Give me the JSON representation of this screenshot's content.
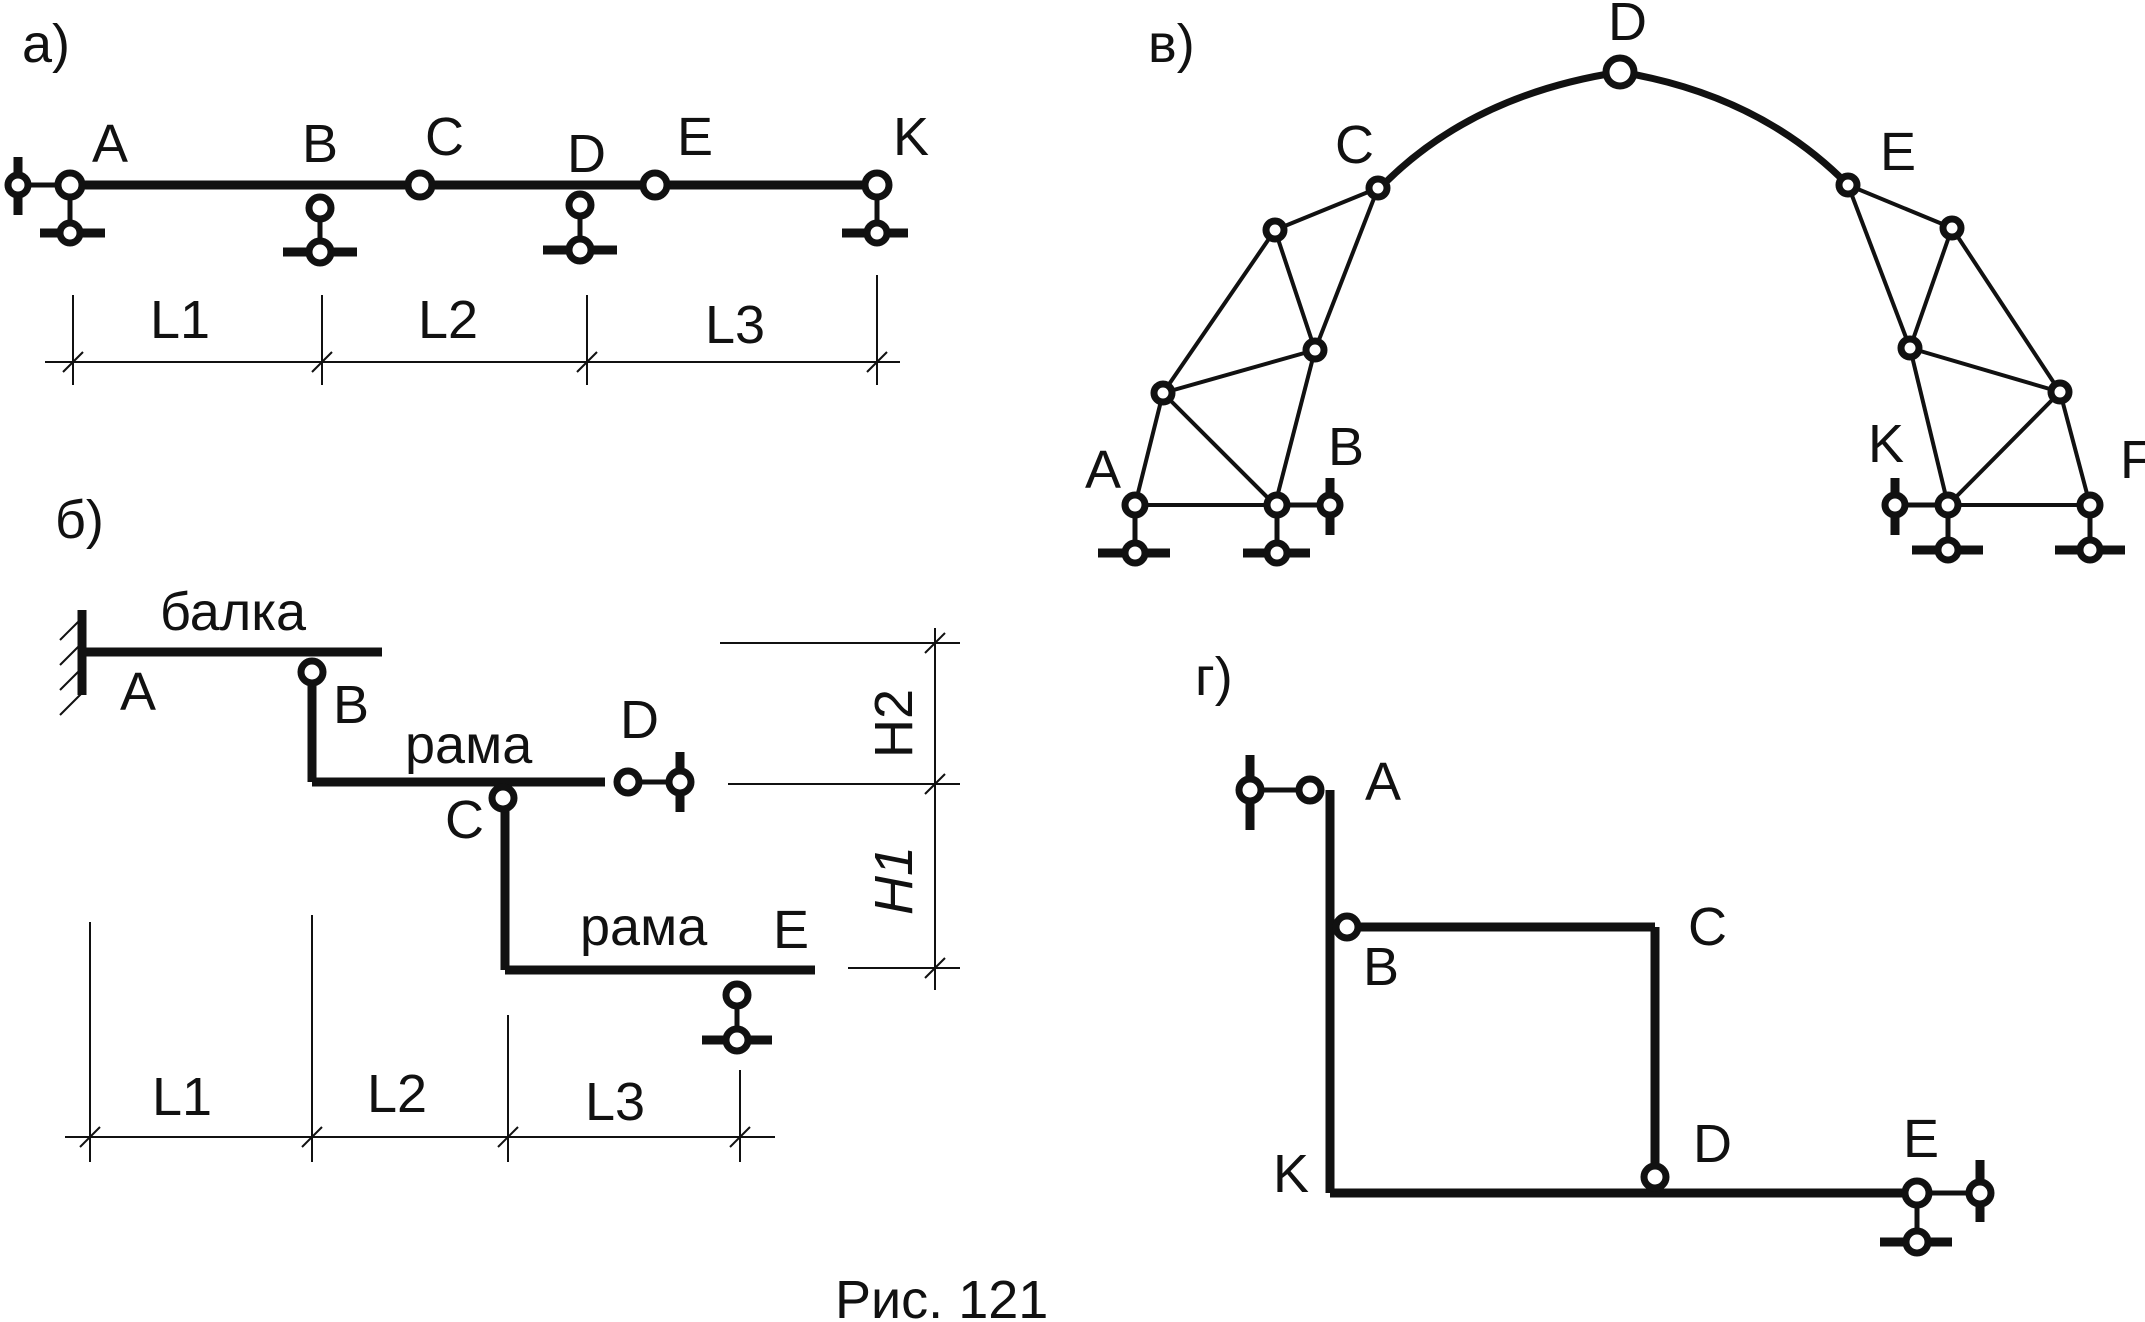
{
  "figure": {
    "caption": "Рис. 121",
    "panel_a": {
      "tag": "а)",
      "nodes": [
        "A",
        "B",
        "C",
        "D",
        "E",
        "K"
      ],
      "spans": [
        "L1",
        "L2",
        "L3"
      ]
    },
    "panel_b": {
      "tag": "б)",
      "members": [
        "балка",
        "рама",
        "рама"
      ],
      "nodes": [
        "A",
        "B",
        "C",
        "D",
        "E"
      ],
      "spans": [
        "L1",
        "L2",
        "L3"
      ],
      "heights": [
        "H2",
        "H1"
      ]
    },
    "panel_v": {
      "tag": "в)",
      "nodes": [
        "A",
        "B",
        "C",
        "D",
        "E",
        "K",
        "F"
      ]
    },
    "panel_g": {
      "tag": "г)",
      "nodes": [
        "A",
        "B",
        "C",
        "D",
        "K",
        "E"
      ]
    }
  }
}
